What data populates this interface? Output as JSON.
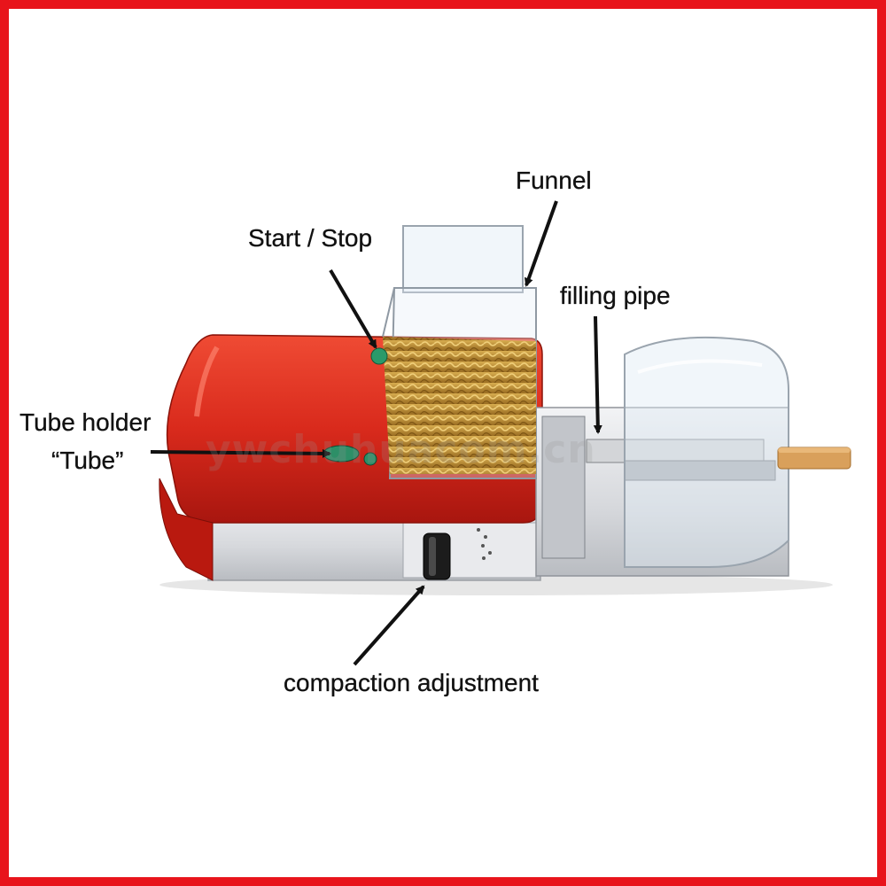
{
  "labels": {
    "funnel": "Funnel",
    "start_stop": "Start / Stop",
    "filling_pipe": "filling pipe",
    "tube_holder_line1": "Tube holder",
    "tube_holder_line2": "“Tube”",
    "compaction": "compaction adjustment"
  },
  "watermark": "ywchuhuacom.cn",
  "colors": {
    "frame": "#e8141b",
    "body_red": "#d92a1c",
    "silver": "#d8dadd",
    "tobacco": "#c89a3a",
    "filter": "#d9a05b"
  }
}
